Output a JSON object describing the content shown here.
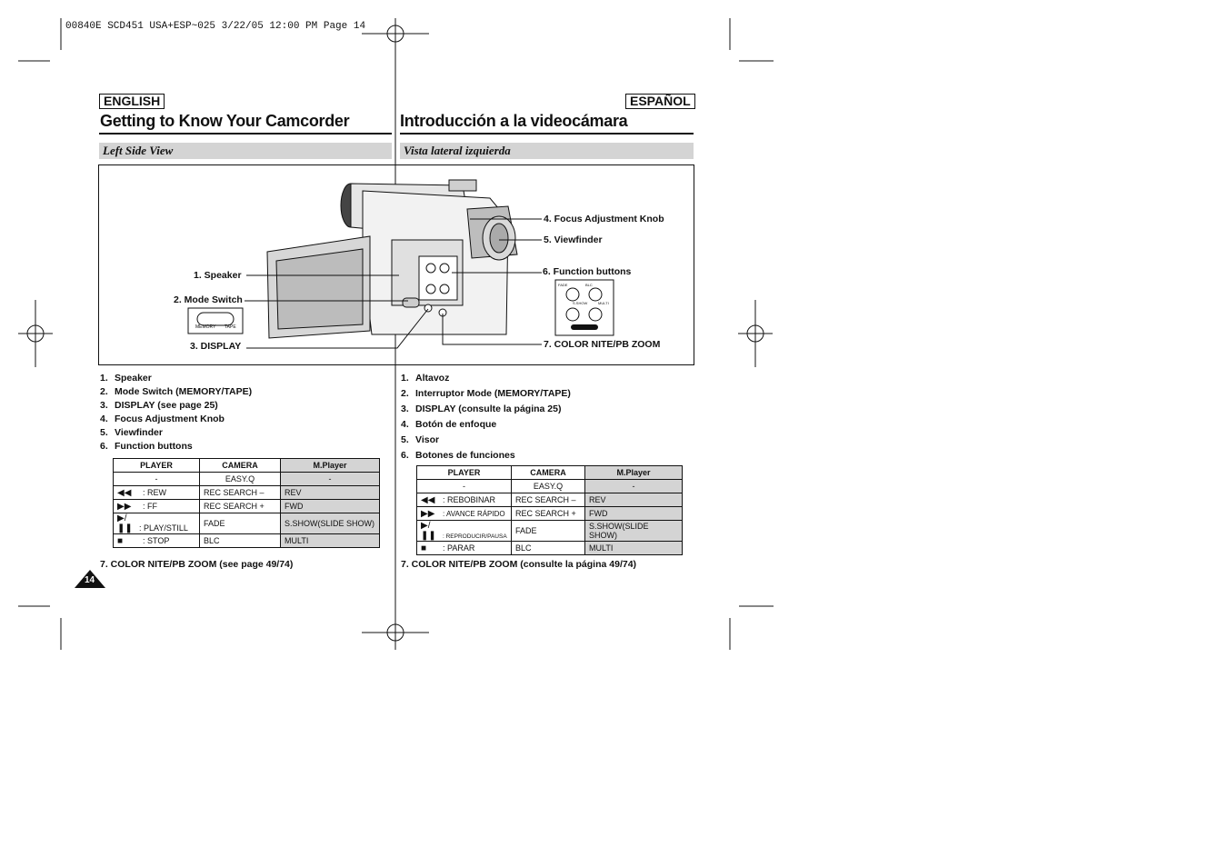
{
  "print_header": "00840E SCD451 USA+ESP~025  3/22/05 12:00 PM  Page 14",
  "english": {
    "lang_tag": "ENGLISH",
    "title": "Getting to Know Your Camcorder",
    "subheading": "Left Side View",
    "items": [
      {
        "n": "1.",
        "text": "Speaker"
      },
      {
        "n": "2.",
        "text": "Mode Switch (MEMORY/TAPE)"
      },
      {
        "n": "3.",
        "text": "DISPLAY (see page 25)"
      },
      {
        "n": "4.",
        "text": "Focus Adjustment Knob"
      },
      {
        "n": "5.",
        "text": "Viewfinder"
      },
      {
        "n": "6.",
        "text": "Function buttons"
      }
    ],
    "table": {
      "headers": [
        "PLAYER",
        "CAMERA",
        "M.Player"
      ],
      "rows": [
        {
          "icon": "",
          "player": "-",
          "camera": "EASY.Q",
          "mplayer": "-"
        },
        {
          "icon": "rewind-icon",
          "player": ": REW",
          "camera": "REC SEARCH –",
          "mplayer": "REV"
        },
        {
          "icon": "fast-forward-icon",
          "player": ": FF",
          "camera": "REC SEARCH +",
          "mplayer": "FWD"
        },
        {
          "icon": "play-pause-icon",
          "player": ": PLAY/STILL",
          "camera": "FADE",
          "mplayer": "S.SHOW(SLIDE SHOW)"
        },
        {
          "icon": "stop-icon",
          "player": ": STOP",
          "camera": "BLC",
          "mplayer": "MULTI"
        }
      ]
    },
    "item7": "7. COLOR NITE/PB ZOOM (see page 49/74)"
  },
  "spanish": {
    "lang_tag": "ESPAÑOL",
    "title": "Introducción a la videocámara",
    "subheading": "Vista lateral izquierda",
    "items": [
      {
        "n": "1.",
        "text": "Altavoz"
      },
      {
        "n": "2.",
        "text": "Interruptor Mode  (MEMORY/TAPE)"
      },
      {
        "n": "3.",
        "text": "DISPLAY (consulte la página 25)"
      },
      {
        "n": "4.",
        "text": "Botón de enfoque"
      },
      {
        "n": "5.",
        "text": "Visor"
      },
      {
        "n": "6.",
        "text": "Botones de funciones"
      }
    ],
    "table": {
      "headers": [
        "PLAYER",
        "CAMERA",
        "M.Player"
      ],
      "rows": [
        {
          "icon": "",
          "player": "-",
          "camera": "EASY.Q",
          "mplayer": "-"
        },
        {
          "icon": "rewind-icon",
          "player": ": REBOBINAR",
          "camera": "REC SEARCH –",
          "mplayer": "REV"
        },
        {
          "icon": "fast-forward-icon",
          "player": ": AVANCE RÁPIDO",
          "camera": "REC SEARCH +",
          "mplayer": "FWD"
        },
        {
          "icon": "play-pause-icon",
          "player": ": REPRODUCIR/PAUSA",
          "camera": "FADE",
          "mplayer": "S.SHOW(SLIDE SHOW)"
        },
        {
          "icon": "stop-icon",
          "player": ": PARAR",
          "camera": "BLC",
          "mplayer": "MULTI"
        }
      ]
    },
    "item7": "7. COLOR NITE/PB ZOOM (consulte la página 49/74)"
  },
  "diagram": {
    "callouts": {
      "speaker": "1. Speaker",
      "mode_switch": "2. Mode Switch",
      "display": "3. DISPLAY",
      "focus": "4. Focus Adjustment Knob",
      "viewfinder": "5. Viewfinder",
      "function_buttons": "6. Function buttons",
      "color_nite": "7. COLOR NITE/PB ZOOM"
    },
    "mode_switch_labels": {
      "memory": "MEMORY",
      "tape": "TAPE"
    },
    "function_panel_labels": {
      "fade": "FADE",
      "blc": "BLC",
      "sshow": "S.SHOW",
      "multi": "MULTI"
    }
  },
  "page_number": "14"
}
